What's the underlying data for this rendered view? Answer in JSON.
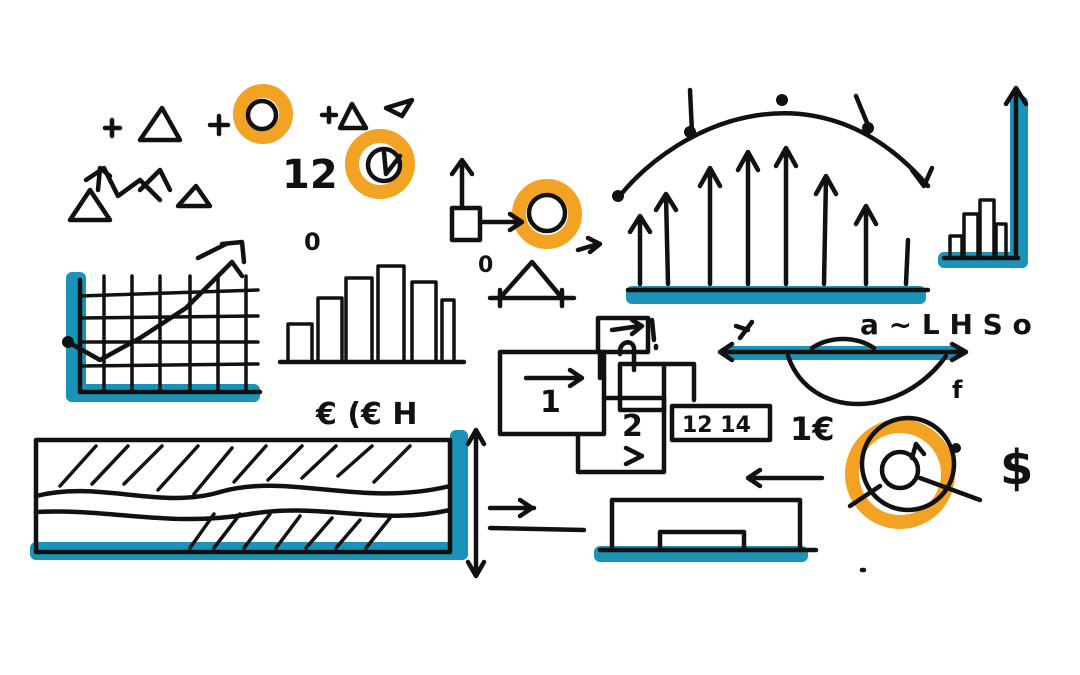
{
  "colors": {
    "ink": "#111111",
    "accent_blue": "#1b93b8",
    "accent_orange": "#f3a323",
    "background": "#ffffff"
  },
  "labels": {
    "number_12_top": "12",
    "zero_left": "0",
    "zero_mid": "0",
    "euro_pair": "€ (€ H",
    "letters_right": "a ~ L H S o",
    "box_1": "1",
    "box_2": "2",
    "box_12_14": "12 14",
    "one_euro": "1€",
    "dollar": "$",
    "small_f": "f"
  },
  "icons": [
    "triangle-icon",
    "circle-icon",
    "clock-icon",
    "arrow-icon",
    "magnifier-icon",
    "line-chart-icon",
    "bar-chart-icon",
    "arch-chart-icon"
  ]
}
